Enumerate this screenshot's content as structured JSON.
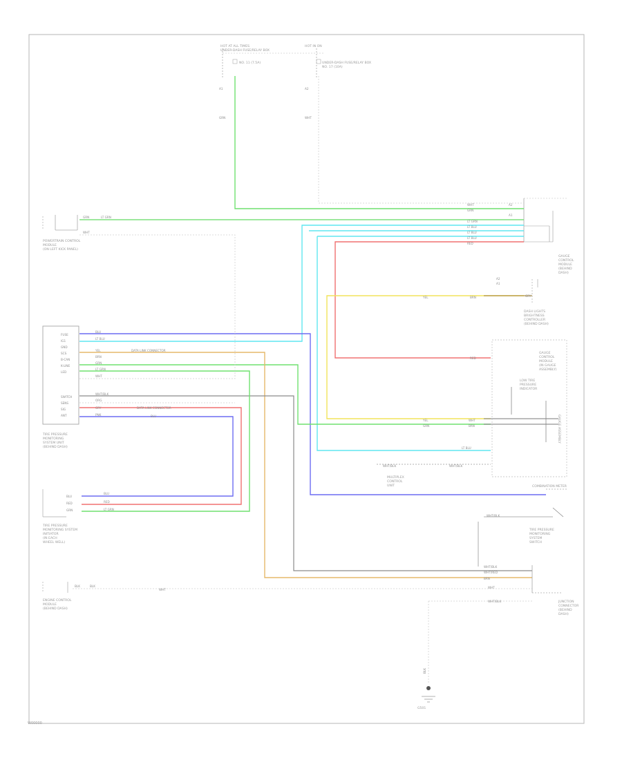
{
  "diagram": {
    "figure_code": "W00000",
    "components": {
      "fuse_top_left": [
        "HOT AT ALL TIMES",
        "UNDER-DASH FUSE/RELAY BOX",
        "NO. 11 (7.5A)"
      ],
      "fuse_top_right": [
        "HOT IN ON",
        "UNDER-DASH FUSE/RELAY BOX",
        "NO. 17 (10A)"
      ],
      "left_module": [
        "POWERTRAIN CONTROL",
        "MODULE",
        "(ON LEFT KICK PANEL)"
      ],
      "tpms_unit": [
        "TIRE PRESSURE",
        "MONITORING",
        "SYSTEM UNIT",
        "(BEHIND DASH)"
      ],
      "tpms_unit_pins": [
        "FUSE",
        "IG1",
        "GND",
        "SCS",
        "B-CAN",
        "K-LINE",
        "LED",
        "SWITCH",
        "SENS",
        "SIG",
        "ANT"
      ],
      "initiator": [
        "TIRE PRESSURE",
        "MONITORING SYSTEM",
        "INITIATOR",
        "(IN EACH",
        "WHEEL WELL)"
      ],
      "engine_ecm": [
        "ENGINE CONTROL",
        "MODULE",
        "(BEHIND DASH)"
      ],
      "right_gauge": [
        "GAUGE",
        "CONTROL",
        "MODULE",
        "(BEHIND",
        "DASH)"
      ],
      "gauge_assembly": [
        "GAUGE",
        "CONTROL",
        "MODULE",
        "(IN GAUGE",
        "ASSEMBLY)"
      ],
      "combination_meter": [
        "COMBINATION METER"
      ],
      "low_tire_indicator": [
        "LOW TIRE",
        "PRESSURE",
        "INDICATOR"
      ],
      "tpms_switch": [
        "TIRE PRESSURE",
        "MONITORING",
        "SYSTEM",
        "SWITCH"
      ],
      "dash_light_module": [
        "DASH LIGHTS",
        "BRIGHTNESS",
        "CONTROLLER",
        "(BEHIND DASH)"
      ],
      "junction_connector": [
        "JUNCTION",
        "CONNECTOR",
        "(BEHIND",
        "DASH)"
      ],
      "ground": [
        "G501"
      ],
      "connector_small": [
        "MULTIPLEX",
        "CONTROL",
        "UNIT"
      ],
      "vertical_label": [
        "GAUGE ASSEMBLY"
      ],
      "data_line_text_1": "DATA LINK CONNECTOR",
      "data_line_text_2": "DATA LINK CONNECTOR"
    },
    "wire_labels": {
      "top_left_pin": "A1",
      "top_left_color": "GRN",
      "top_right_pin": "A2",
      "top_right_color": "WHT",
      "grn": "GRN",
      "lt_grn": "LT GRN",
      "wht": "WHT",
      "lt_blu": "LT BLU",
      "red": "RED",
      "blu": "BLU",
      "yel": "YEL",
      "org": "ORG",
      "brn": "BRN",
      "blk": "BLK",
      "wht_blk": "WHT/BLK",
      "wht_red": "WHT/RED",
      "gry": "GRY",
      "pnk": "PNK"
    }
  }
}
